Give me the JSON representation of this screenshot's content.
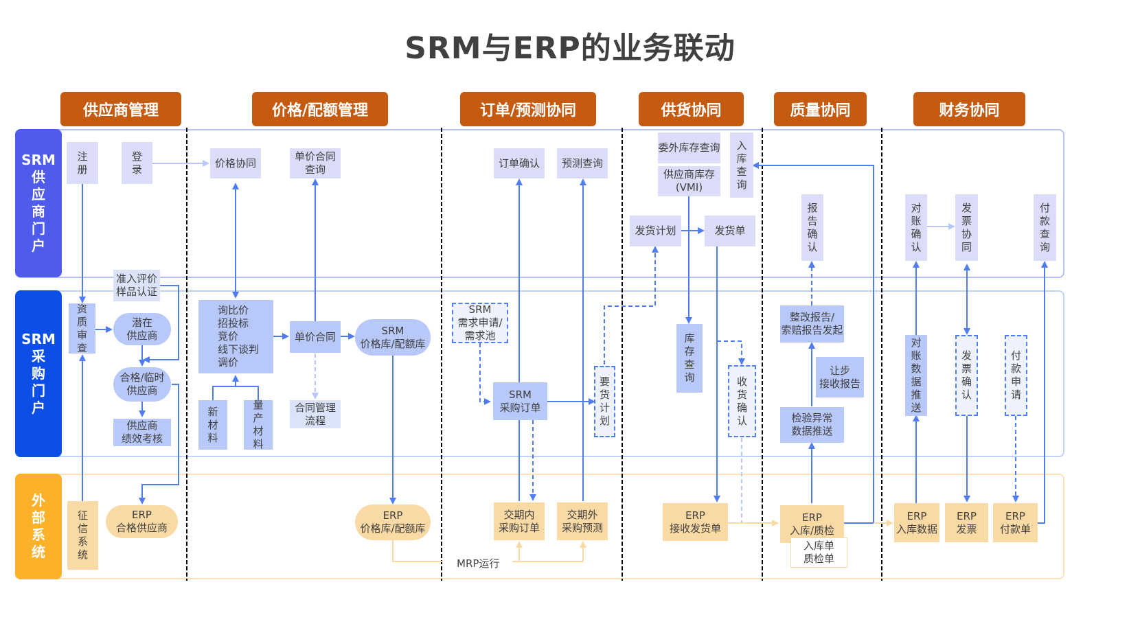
{
  "title": "SRM与ERP的业务联动",
  "categories": [
    {
      "label": "供应商管理"
    },
    {
      "label": "价格/配额管理"
    },
    {
      "label": "订单/预测协同"
    },
    {
      "label": "供货协同"
    },
    {
      "label": "质量协同"
    },
    {
      "label": "财务协同"
    }
  ],
  "lanes": [
    {
      "label": "SRM\n供\n应\n商\n门\n户",
      "color": "#4f5bea"
    },
    {
      "label": "SRM\n采\n购\n门\n户",
      "color": "#0d4fe6"
    },
    {
      "label": "外\n部\n系\n统",
      "color": "#fbb12a"
    }
  ],
  "colors": {
    "arrow": "#4f7cf0",
    "arrow_light": "#b7c8f9",
    "arrow_erp": "#f9d9a4",
    "category_bg": "#c55a11",
    "divider": "#000000"
  },
  "nodes": {
    "register": "注\n册",
    "login": "登\n录",
    "qual_review": "资\n质\n审\n查",
    "admission": "准入评价\n样品认证",
    "potential": "潜在\n供应商",
    "qualified": "合格/临时\n供应商",
    "performance": "供应商\n绩效考核",
    "credit": "征\n信\n系\n统",
    "erp_qualified": "ERP\n合格供应商",
    "price_collab": "价格协同",
    "unit_contract_query": "单价合同\n查询",
    "sourcing": "询比价\n招投标\n竞价\n线下谈判\n调价",
    "unit_contract": "单价合同",
    "srm_price_lib": "SRM\n价格库/配额库",
    "new_material": "新\n材\n料",
    "mass_material": "量\n产\n材\n料",
    "contract_flow": "合同管理\n流程",
    "erp_price_lib": "ERP\n价格库/配额库",
    "order_confirm": "订单确认",
    "forecast_query": "预测查询",
    "srm_demand": "SRM\n需求申请/\n需求池",
    "srm_po": "SRM\n采购订单",
    "in_lead_po": "交期内\n采购订单",
    "out_lead_fc": "交期外\n采购预测",
    "mrp_run": "MRP运行",
    "delivery_request": "要\n货\n计\n划",
    "consign_stock": "委外库存查询",
    "vmi_stock": "供应商库存\n(VMI)",
    "inbound_query": "入\n库\n查\n询",
    "ship_plan": "发货计划",
    "ship_note": "发货单",
    "stock_query": "库\n存\n查\n询",
    "receipt_confirm": "收\n货\n确\n认",
    "erp_receive": "ERP\n接收发货单",
    "report_confirm": "报\n告\n确\n认",
    "rectify_report": "整改报告/\n索赔报告发起",
    "concession": "让步\n接收报告",
    "inspect_push": "检验异常\n数据推送",
    "erp_inbound_qc": "ERP\n入库/质检",
    "inbound_qc_docs": "入库单\n质检单",
    "recon_confirm": "对\n账\n确\n认",
    "invoice_collab": "发\n票\n协\n同",
    "payment_query": "付\n款\n查\n询",
    "recon_push": "对\n账\n数\n据\n推\n送",
    "invoice_confirm": "发\n票\n确\n认",
    "payment_request": "付\n款\n申\n请",
    "erp_inbound_data": "ERP\n入库数据",
    "erp_invoice": "ERP\n发票",
    "erp_payment": "ERP\n付款单"
  }
}
